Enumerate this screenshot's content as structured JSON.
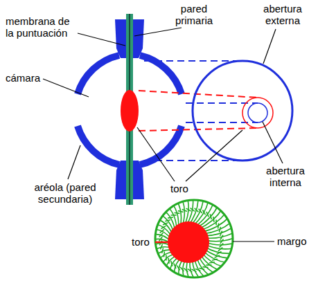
{
  "diagram": {
    "labels": [
      "pared primaria",
      "membrana de la puntuación",
      "abertura externa",
      "cámara",
      "toro",
      "abertura interna",
      "aréola (pared secundaria)",
      "toro",
      "margo"
    ]
  }
}
